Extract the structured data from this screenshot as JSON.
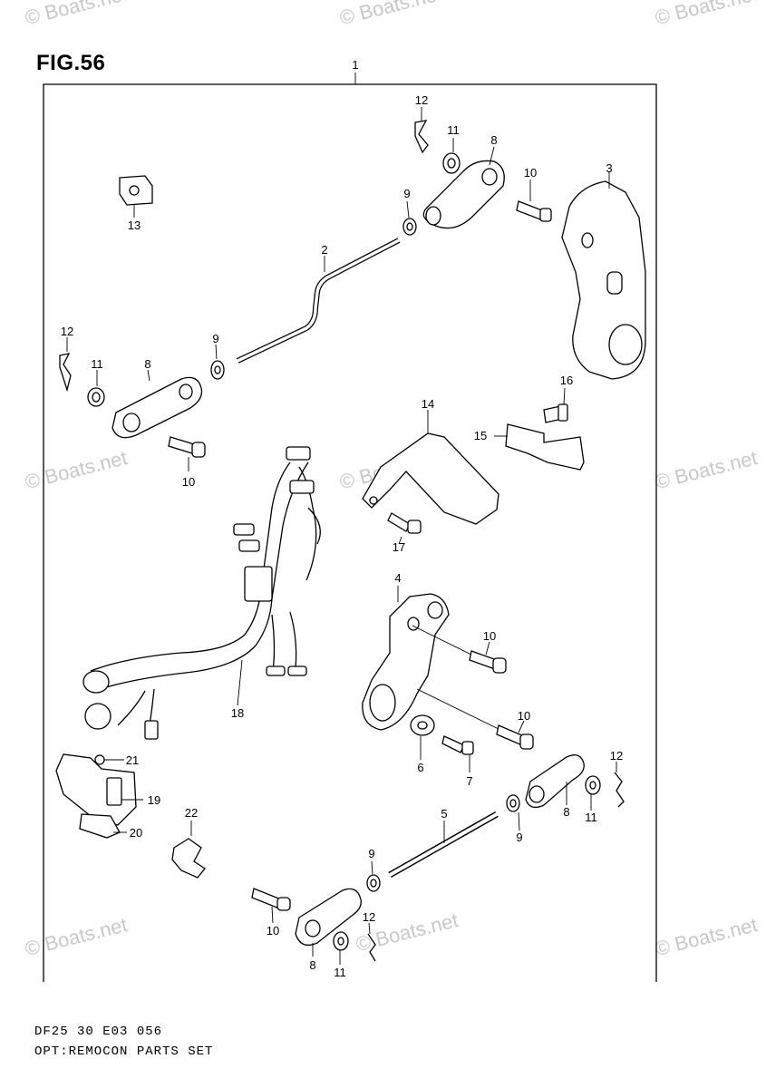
{
  "figure": {
    "title": "FIG.56"
  },
  "watermark": {
    "text": "© Boats.net"
  },
  "footer": {
    "code": "DF25 30 E03  056",
    "title": "OPT:REMOCON PARTS SET"
  },
  "callouts": {
    "c1": "1",
    "c2": "2",
    "c3": "3",
    "c4": "4",
    "c5": "5",
    "c6": "6",
    "c7": "7",
    "c8a": "8",
    "c8b": "8",
    "c8c": "8",
    "c8d": "8",
    "c9a": "9",
    "c9b": "9",
    "c9c": "9",
    "c9d": "9",
    "c10a": "10",
    "c10b": "10",
    "c10c": "10",
    "c10d": "10",
    "c10e": "10",
    "c11a": "11",
    "c11b": "11",
    "c11c": "11",
    "c11d": "11",
    "c12a": "12",
    "c12b": "12",
    "c12c": "12",
    "c12d": "12",
    "c13": "13",
    "c14": "14",
    "c15": "15",
    "c16": "16",
    "c17": "17",
    "c18": "18",
    "c19": "19",
    "c20": "20",
    "c21": "21",
    "c22": "22"
  }
}
